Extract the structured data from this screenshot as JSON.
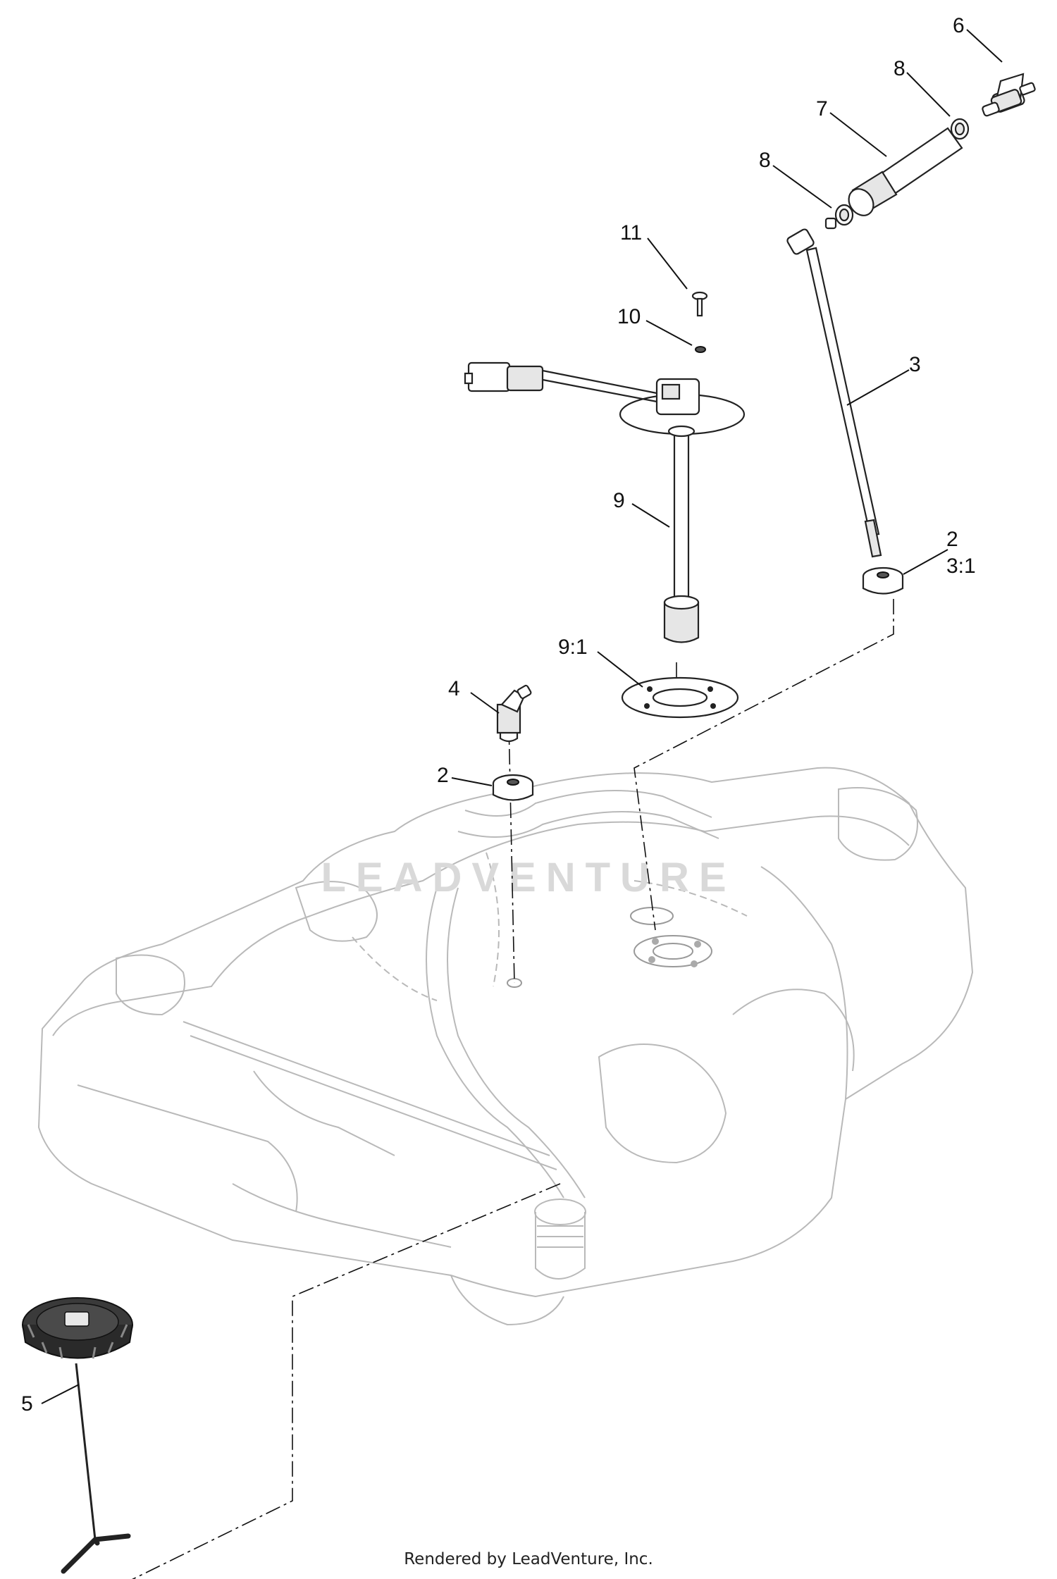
{
  "footer": "Rendered by LeadVenture, Inc.",
  "watermark": "LEADVENTURE",
  "callouts": {
    "c6": "6",
    "c8a": "8",
    "c7": "7",
    "c8b": "8",
    "c11": "11",
    "c10": "10",
    "c3": "3",
    "c9": "9",
    "c2a": "2",
    "c31": "3:1",
    "c91": "9:1",
    "c4": "4",
    "c2b": "2",
    "c5": "5"
  }
}
